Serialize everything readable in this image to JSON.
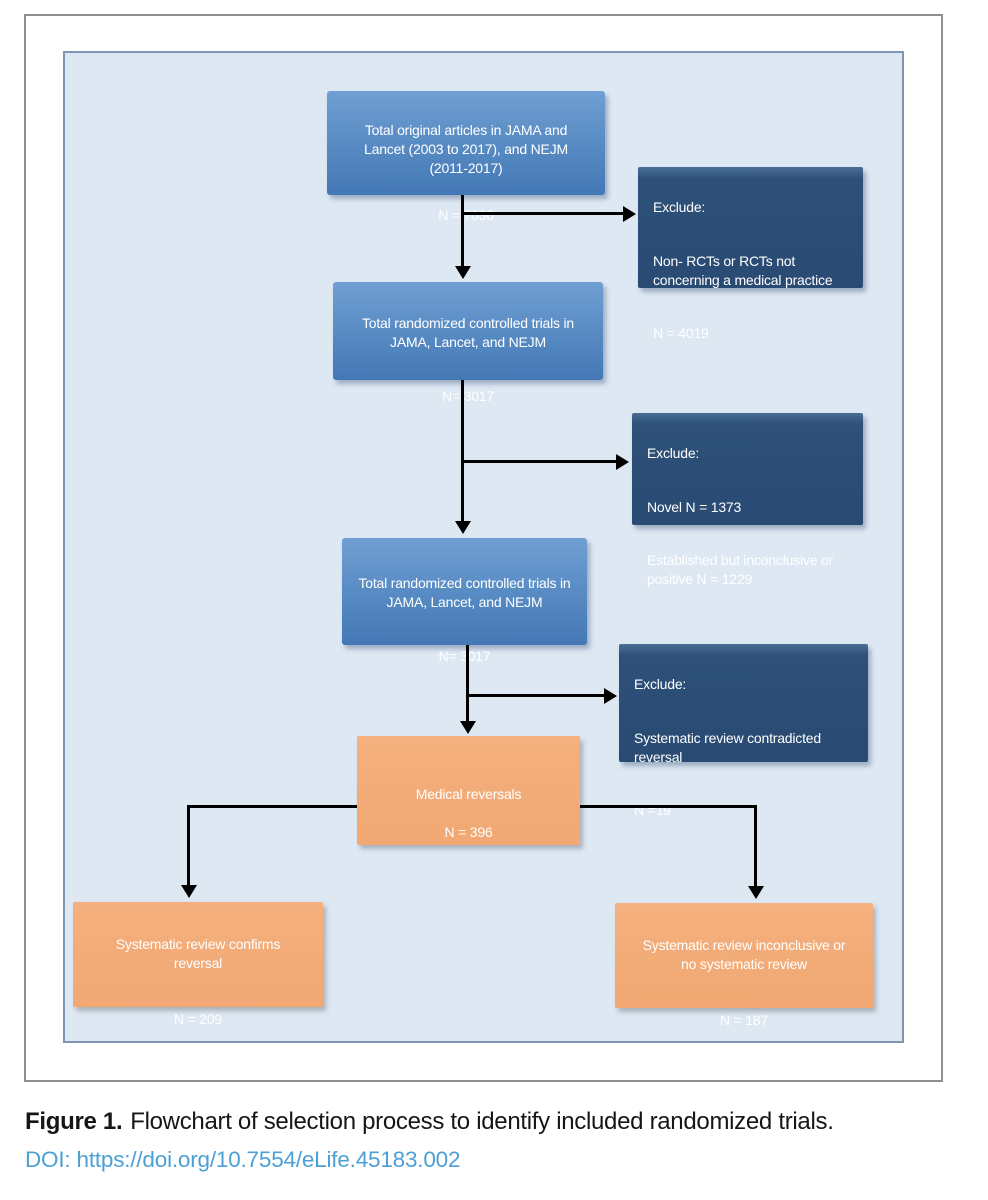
{
  "colors": {
    "panel_background": "#dde8f3",
    "panel_border": "#7f96b2",
    "frame_border": "#8f8f8f",
    "main_box_blue_top": "#719fd3",
    "main_box_blue_bottom": "#4478b5",
    "exclude_box_navy": "#2b4e77",
    "reversal_box_orange": "#f2ab77",
    "arrow_color": "#000000",
    "doi_link_blue": "#4da0d6"
  },
  "flowchart": {
    "nodes": {
      "articles": {
        "title": "Total original articles in JAMA and\nLancet (2003 to 2017), and NEJM\n(2011-2017)",
        "n": "N = 7036"
      },
      "rcts_top": {
        "title": "Total randomized controlled trials in\nJAMA, Lancet, and NEJM",
        "n": "N= 3017"
      },
      "rcts_mid": {
        "title": "Total randomized controlled trials in\nJAMA, Lancet, and NEJM",
        "n": "N= 3017"
      },
      "reversals": {
        "title": "Medical reversals",
        "n": "N = 396"
      },
      "confirmed": {
        "title": "Systematic review confirms\nreversal",
        "n": "N = 209"
      },
      "no_review": {
        "title": "Systematic review inconclusive or\nno systematic review",
        "n": "N = 187"
      }
    },
    "excludes": {
      "non_rct": {
        "label": "Exclude:",
        "lines": [
          "Non- RCTs or RCTs not\nconcerning a medical practice",
          "N = 4019"
        ]
      },
      "novel": {
        "label": "Exclude:",
        "lines": [
          "Novel N = 1373",
          "Established but inconclusive or\npositive N = 1229"
        ]
      },
      "contradicted": {
        "label": "Exclude:",
        "lines": [
          "Systematic review contradicted\nreversal",
          "N =19"
        ]
      }
    }
  },
  "caption": {
    "label": "Figure 1.",
    "text": "Flowchart of selection process to identify included randomized trials.",
    "doi": "DOI: https://doi.org/10.7554/eLife.45183.002"
  }
}
